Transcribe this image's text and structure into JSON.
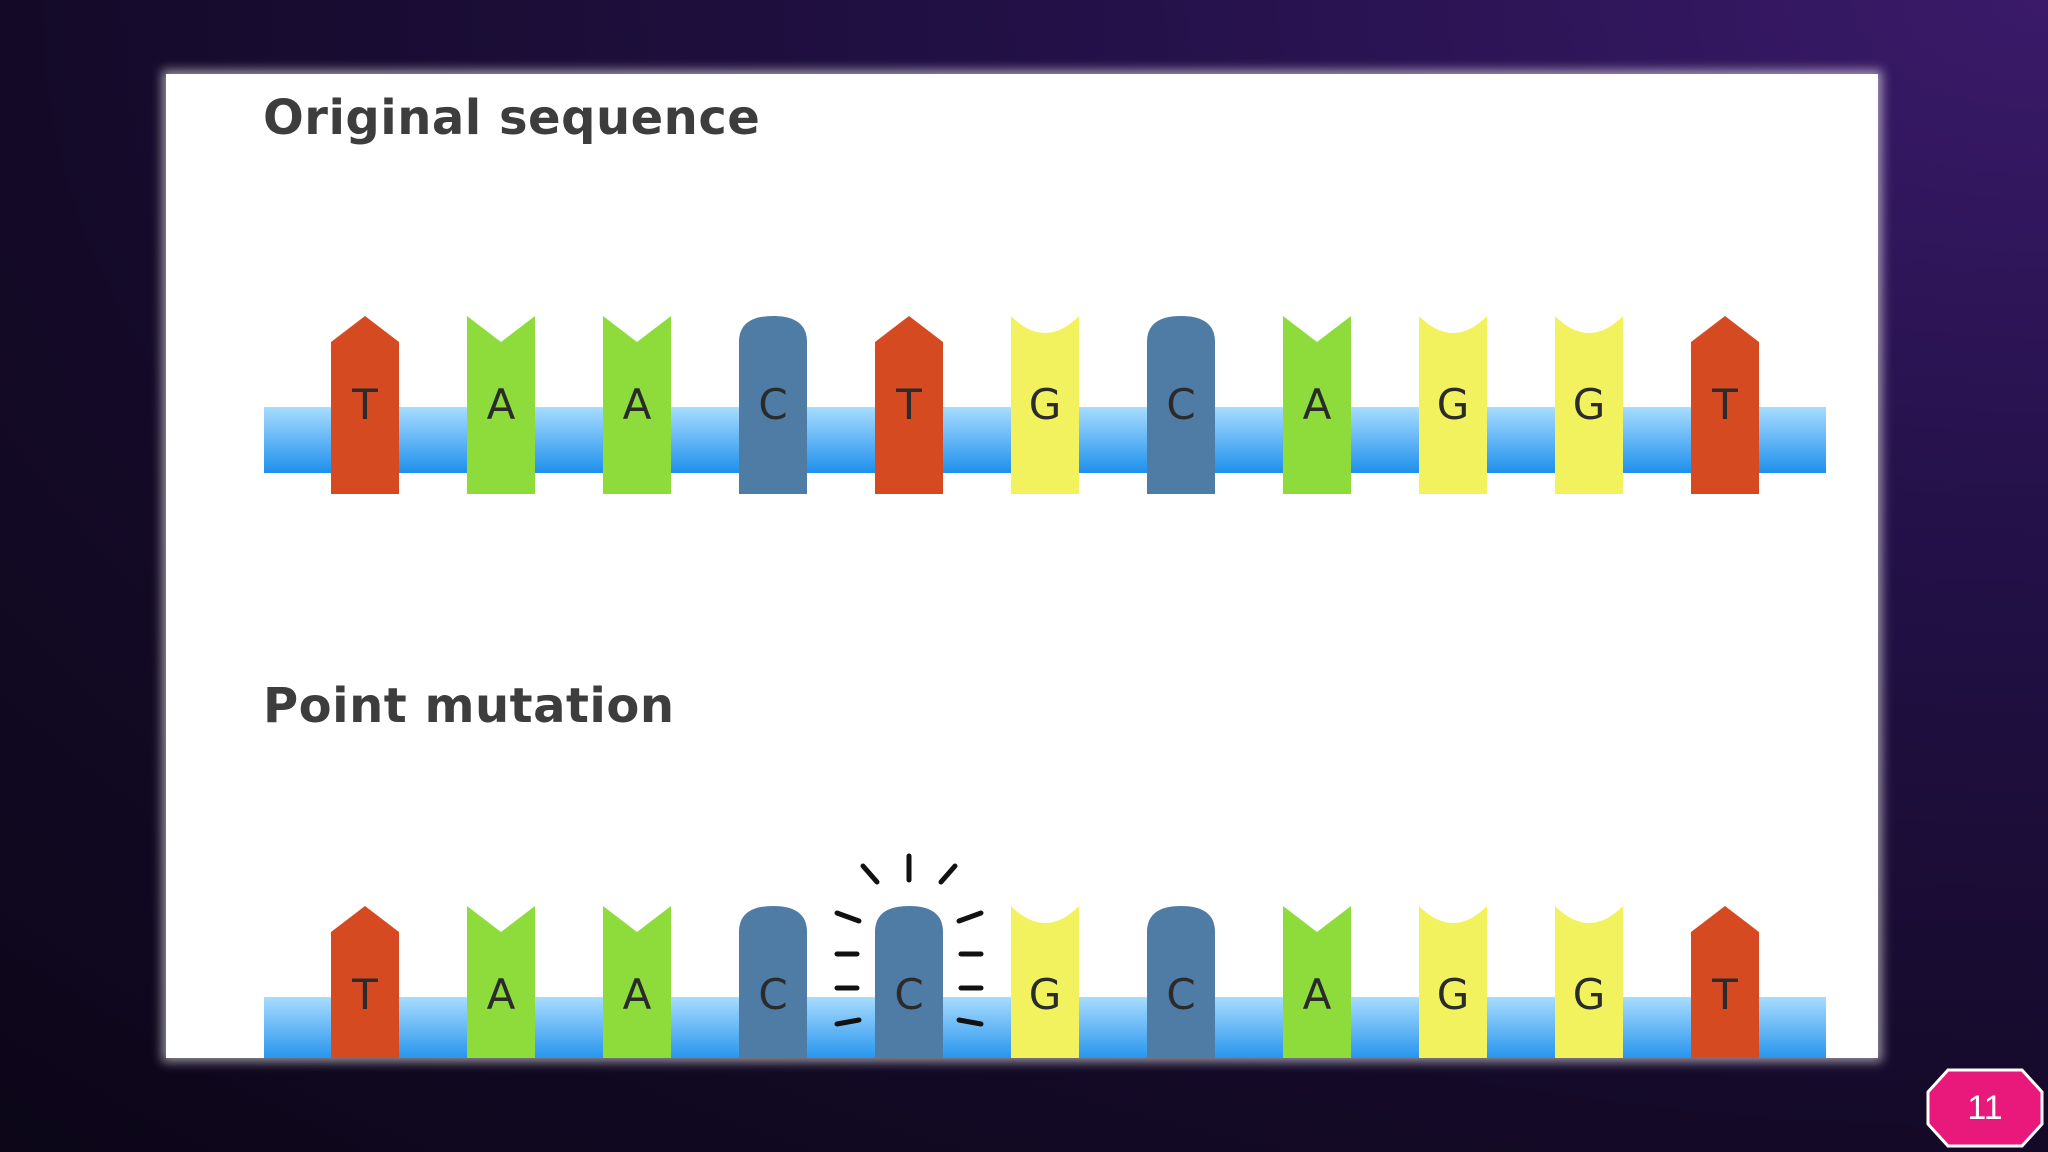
{
  "slide": {
    "page_number": "11"
  },
  "original": {
    "title": "Original sequence",
    "bases": [
      "T",
      "A",
      "A",
      "C",
      "T",
      "G",
      "C",
      "A",
      "G",
      "G",
      "T"
    ]
  },
  "mutation": {
    "title": "Point mutation",
    "bases": [
      "T",
      "A",
      "A",
      "C",
      "C",
      "G",
      "C",
      "A",
      "G",
      "G",
      "T"
    ],
    "mutated_index": 4
  },
  "base_styles": {
    "T": {
      "color": "#d64a22",
      "top_shape": "point"
    },
    "A": {
      "color": "#8ddc3c",
      "top_shape": "v-notch"
    },
    "C": {
      "color": "#4e7ca4",
      "top_shape": "round"
    },
    "G": {
      "color": "#f2f25e",
      "top_shape": "concave"
    }
  },
  "backbone": {
    "color_top": "#a8dcff",
    "color_bottom": "#1e90ec"
  },
  "badge_color": "#e8197a",
  "icons": {
    "mutation_marker": "burst-lines-icon"
  }
}
